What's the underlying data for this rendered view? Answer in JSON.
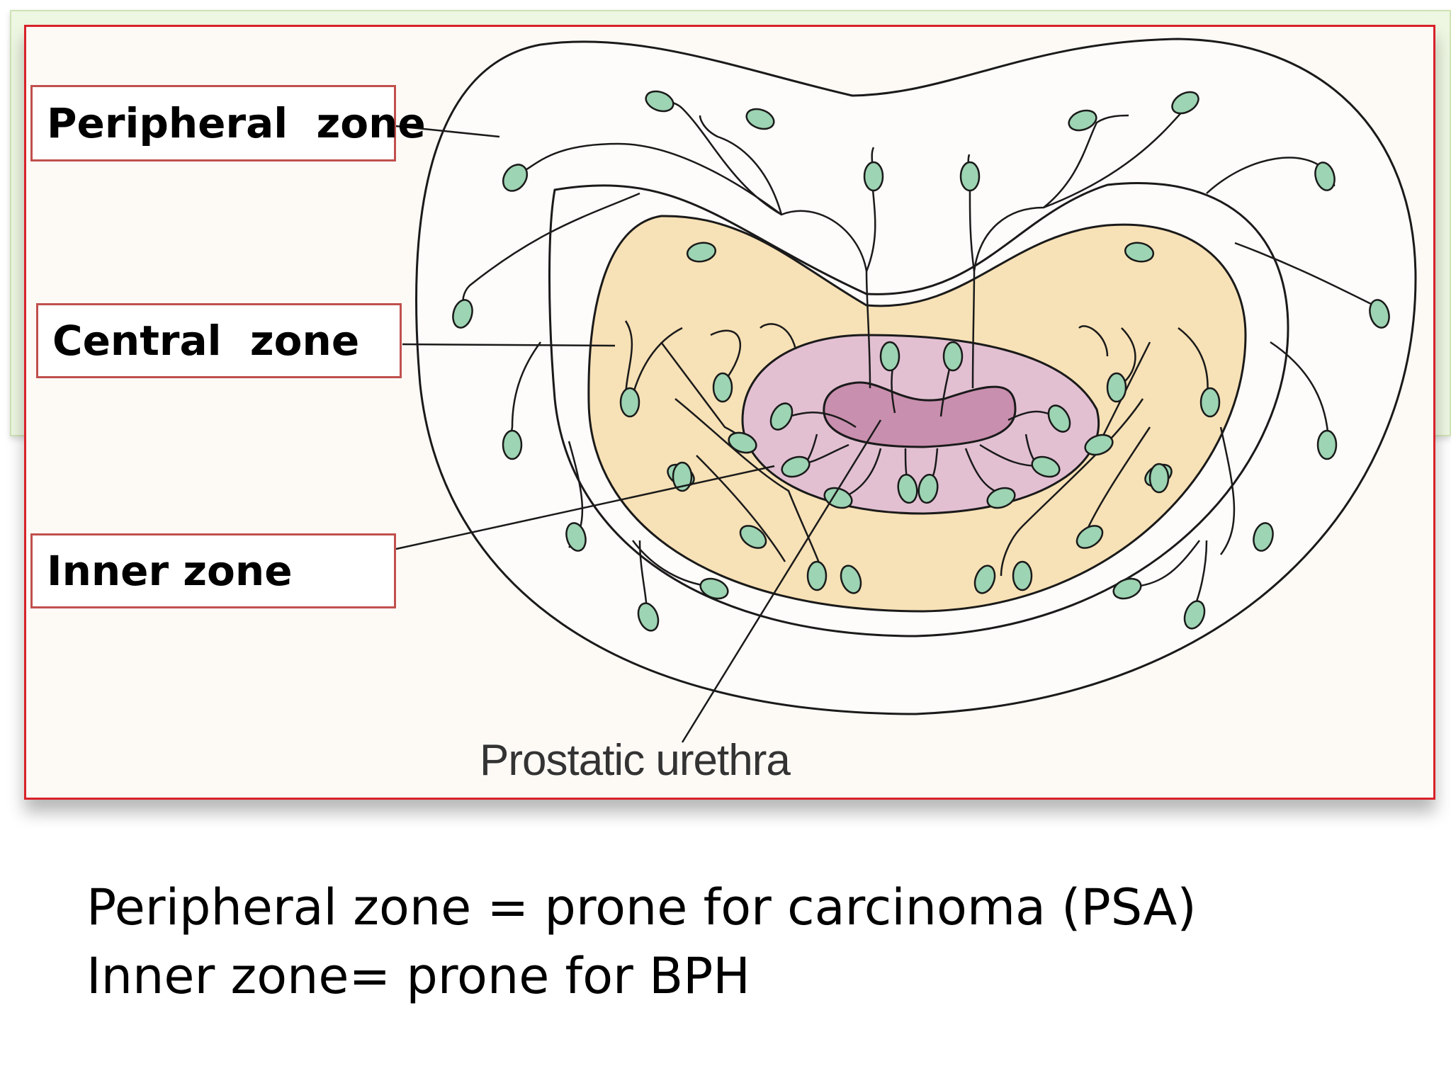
{
  "labels": {
    "peripheral_zone": "Peripheral  zone",
    "central_zone": "Central  zone",
    "inner_zone": "Inner zone",
    "prostatic_urethra": "Prostatic urethra"
  },
  "captions": {
    "line1": "Peripheral zone = prone for carcinoma (PSA)",
    "line2": "Inner zone= prone for BPH"
  },
  "colors": {
    "frame_border": "#d8212a",
    "label_border": "#c0504d",
    "panel_background": "#eef7e2",
    "central_zone_fill": "#f7e1b6",
    "inner_zone_fill": "#e2c0d2",
    "urethra_fill": "#c98fae",
    "gland_fill": "#9dd4b3"
  },
  "icons": {
    "gland": "gland-icon"
  }
}
